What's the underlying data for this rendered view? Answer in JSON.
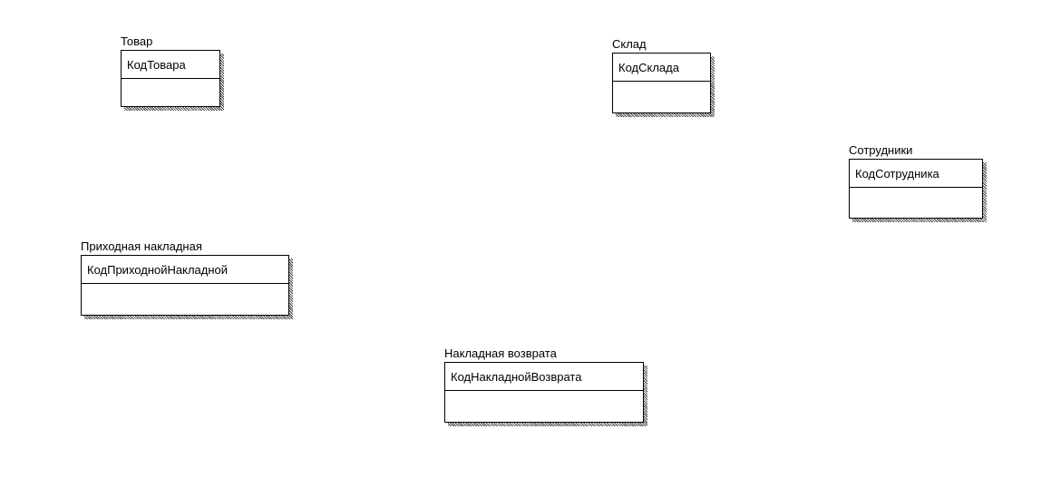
{
  "entities": [
    {
      "name": "Товар",
      "key": "КодТовара"
    },
    {
      "name": "Склад",
      "key": "КодСклада"
    },
    {
      "name": "Сотрудники",
      "key": "КодСотрудника"
    },
    {
      "name": "Приходная накладная",
      "key": "КодПриходнойНакладной"
    },
    {
      "name": "Накладная возврата",
      "key": "КодНакладнойВозврата"
    }
  ]
}
